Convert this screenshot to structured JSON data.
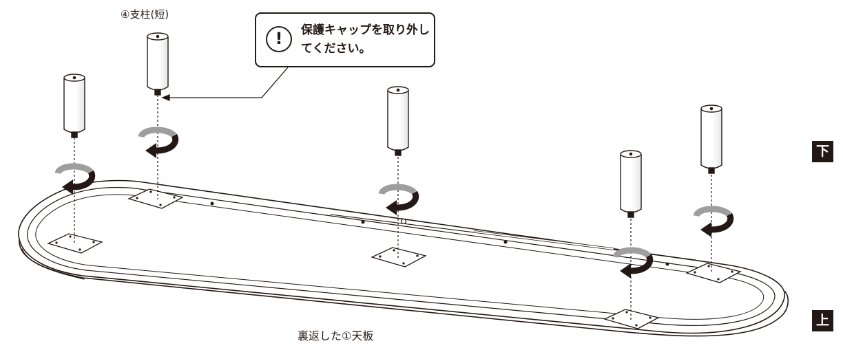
{
  "part_label": "④支柱(短)",
  "callout": {
    "icon": "exclamation-icon",
    "text": "保護キャップを取り外してください。"
  },
  "board_label": "裏返した①天板",
  "side_tabs": {
    "bottom": "下",
    "top": "上"
  },
  "colors": {
    "line": "#231815",
    "arrow_dark": "#231815",
    "arrow_light": "#9e9e9f",
    "background": "#ffffff"
  }
}
